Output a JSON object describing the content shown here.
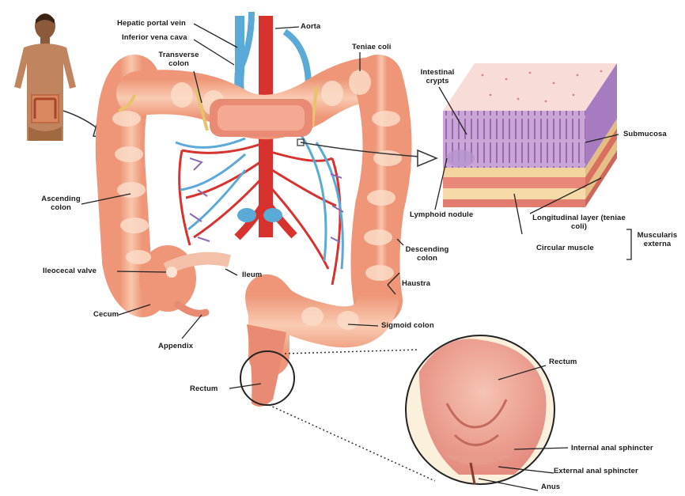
{
  "labels": {
    "hepatic_portal_vein": "Hepatic portal vein",
    "inferior_vena_cava": "Inferior vena cava",
    "transverse_colon": "Transverse colon",
    "aorta": "Aorta",
    "teniae_coli": "Teniae coli",
    "intestinal_crypts": "Intestinal crypts",
    "submucosa": "Submucosa",
    "lymphoid_nodule": "Lymphoid nodule",
    "longitudinal_layer": "Longitudinal layer (teniae coli)",
    "circular_muscle": "Circular muscle",
    "muscularis_externa": "Muscularis externa",
    "ascending_colon": "Ascending colon",
    "descending_colon": "Descending colon",
    "ileocecal_valve": "Ileocecal valve",
    "ileum": "Ileum",
    "haustra": "Haustra",
    "cecum": "Cecum",
    "sigmoid_colon": "Sigmoid colon",
    "appendix": "Appendix",
    "rectum": "Rectum",
    "rectum_detail": "Rectum",
    "internal_anal_sphincter": "Internal anal sphincter",
    "external_anal_sphincter": "External anal sphincter",
    "anus": "Anus"
  },
  "colors": {
    "colon": "#f2a07f",
    "colon_light": "#f8cdb6",
    "artery": "#d8322e",
    "vein": "#5aa9d6",
    "mucosa": "#b98fc6",
    "muscle": "#e98778"
  }
}
